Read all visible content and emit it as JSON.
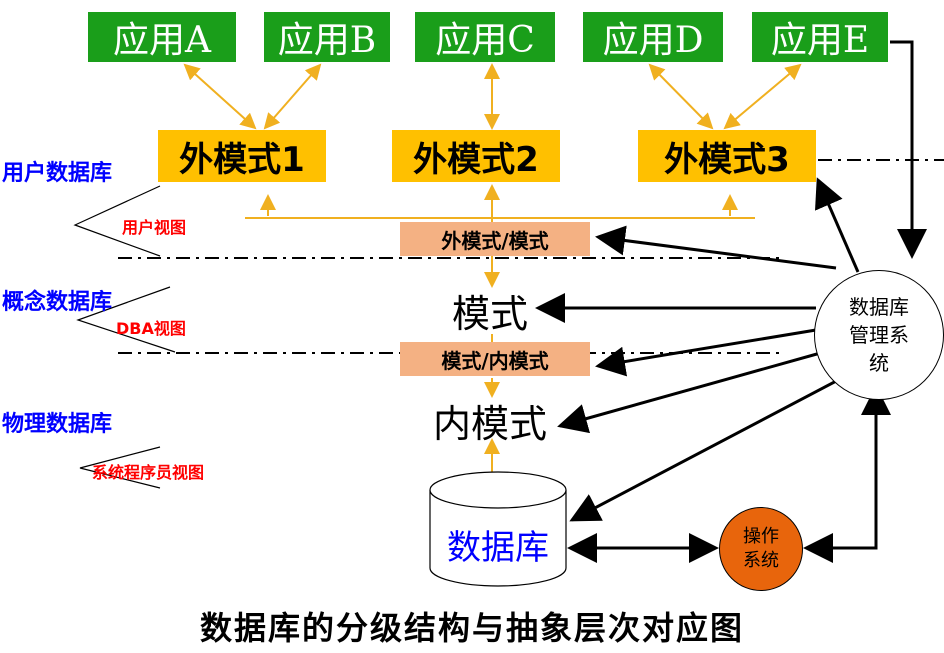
{
  "apps": [
    "应用A",
    "应用B",
    "应用C",
    "应用D",
    "应用E"
  ],
  "external_schemas": [
    "外模式1",
    "外模式2",
    "外模式3"
  ],
  "mappings": {
    "external_conceptual": "外模式/模式",
    "conceptual_internal": "模式/内模式"
  },
  "schema": "模式",
  "internal_schema": "内模式",
  "database": "数据库",
  "dbms": "数据库\n管理系\n统",
  "os": "操作\n系统",
  "levels": {
    "user_db": "用户数据库",
    "user_view": "用户视图",
    "concept_db": "概念数据库",
    "dba_view": "DBA视图",
    "physical_db": "物理数据库",
    "sys_view": "系统程序员视图"
  },
  "caption": "数据库的分级结构与抽象层次对应图",
  "colors": {
    "app_bg": "#1a9e1a",
    "external_bg": "#ffc000",
    "mapping_bg": "#f4b183",
    "arrow_gold": "#f0b020",
    "os_bg": "#e8650c",
    "level_text": "#0000ff",
    "view_text": "#ff0000"
  }
}
